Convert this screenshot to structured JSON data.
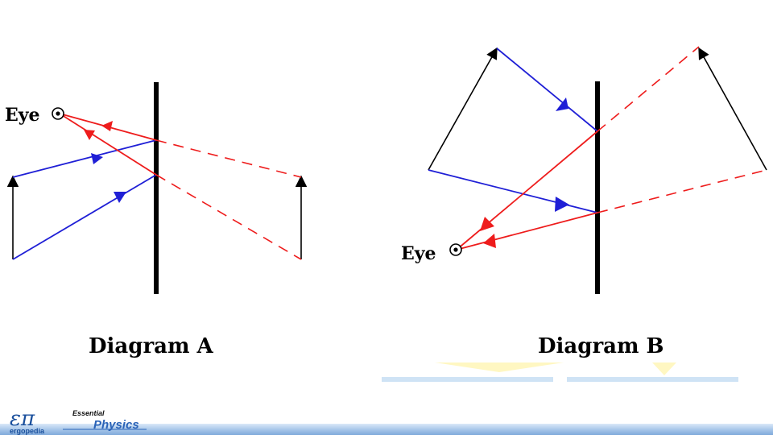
{
  "diagram_a": {
    "eye_label": "Eye",
    "caption": "Diagram A"
  },
  "diagram_b": {
    "eye_label": "Eye",
    "caption": "Diagram B"
  },
  "footer": {
    "logo_symbol": "επ",
    "logo_name": "ergopedia",
    "brand_top": "Essential",
    "brand_main": "Physics"
  },
  "colors": {
    "incident_ray": "#1f1fd6",
    "reflected_ray": "#ee1c1c",
    "mirror": "#000000",
    "object": "#000000",
    "footer_bar": "#a9c8ea",
    "watermark_yellow": "#fff7c2",
    "watermark_blue": "#cfe3f5"
  }
}
